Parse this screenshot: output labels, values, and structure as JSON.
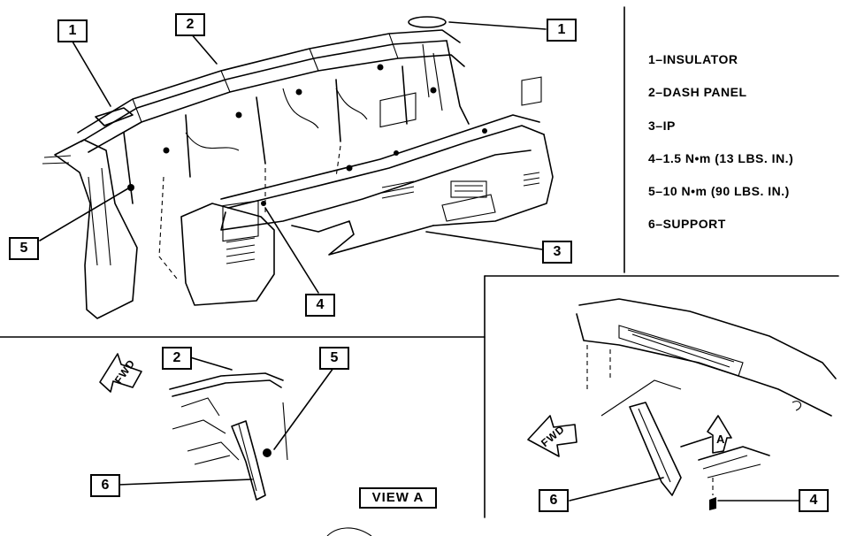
{
  "callouts": {
    "main_1a": "1",
    "main_2": "2",
    "main_1b": "1",
    "main_5": "5",
    "main_4": "4",
    "main_3": "3",
    "view_a_2": "2",
    "view_a_5": "5",
    "view_a_6": "6",
    "detail_6": "6",
    "detail_4": "4"
  },
  "legend": [
    "1–INSULATOR",
    "2–DASH PANEL",
    "3–IP",
    "4–1.5 N•m (13 LBS. IN.)",
    "5–10 N•m (90 LBS. IN.)",
    "6–SUPPORT"
  ],
  "view_label": "VIEW A",
  "fwd_label": "FWD",
  "detail_letter": "A"
}
